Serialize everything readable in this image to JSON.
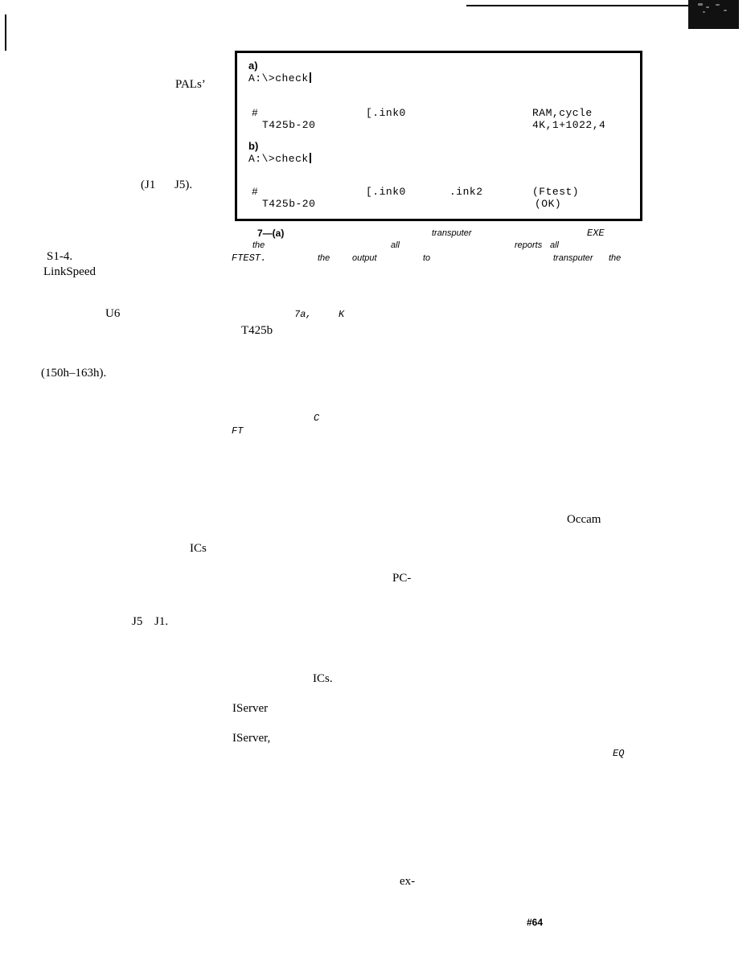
{
  "header": {
    "top_rule": "decorative",
    "corner_block": "decorative"
  },
  "left_column": {
    "pals": "PALs’",
    "jumpers_j1": "(J1",
    "jumpers_j5": "J5).",
    "s1_4": "S1-4.",
    "linkspeed": "LinkSpeed",
    "u6": "U6",
    "address_range": "(150h–163h).",
    "ics": "ICs",
    "j5": "J5",
    "j1": "J1."
  },
  "figure": {
    "panel_a": {
      "label": "a)",
      "prompt": "A:\\>check",
      "header_col1": "#",
      "header_col2": "[.ink0",
      "header_col3": "RAM,cycle",
      "row_col1": "T425b-20",
      "row_col3": "4K,1+1022,4"
    },
    "panel_b": {
      "label": "b)",
      "prompt": "A:\\>check",
      "header_col1": "#",
      "header_col2": "[.ink0",
      "header_col3": ".ink2",
      "header_col4": "(Ftest)",
      "row_col1": "T425b-20",
      "row_col4": "(OK)"
    }
  },
  "caption": {
    "fig_num": "7—(a)",
    "transputer_1": "transputer",
    "exe": "EXE",
    "the_1": "the",
    "all_1": "all",
    "reports": "reports",
    "all_2": "all",
    "ftest": "FTEST.",
    "the_2": "the",
    "output": "output",
    "to": "to",
    "transputer_2": "transputer",
    "the_3": "the"
  },
  "right_column": {
    "fig_ref": "7a,",
    "k": "K",
    "t425b": "T425b",
    "c": "C",
    "ft": "FT",
    "occam": "Occam",
    "pc": "PC-",
    "ics": "ICs.",
    "iserver_1": "IServer",
    "iserver_2": "IServer,",
    "eq": "EQ",
    "ex": "ex-",
    "page_ref": "#64"
  }
}
